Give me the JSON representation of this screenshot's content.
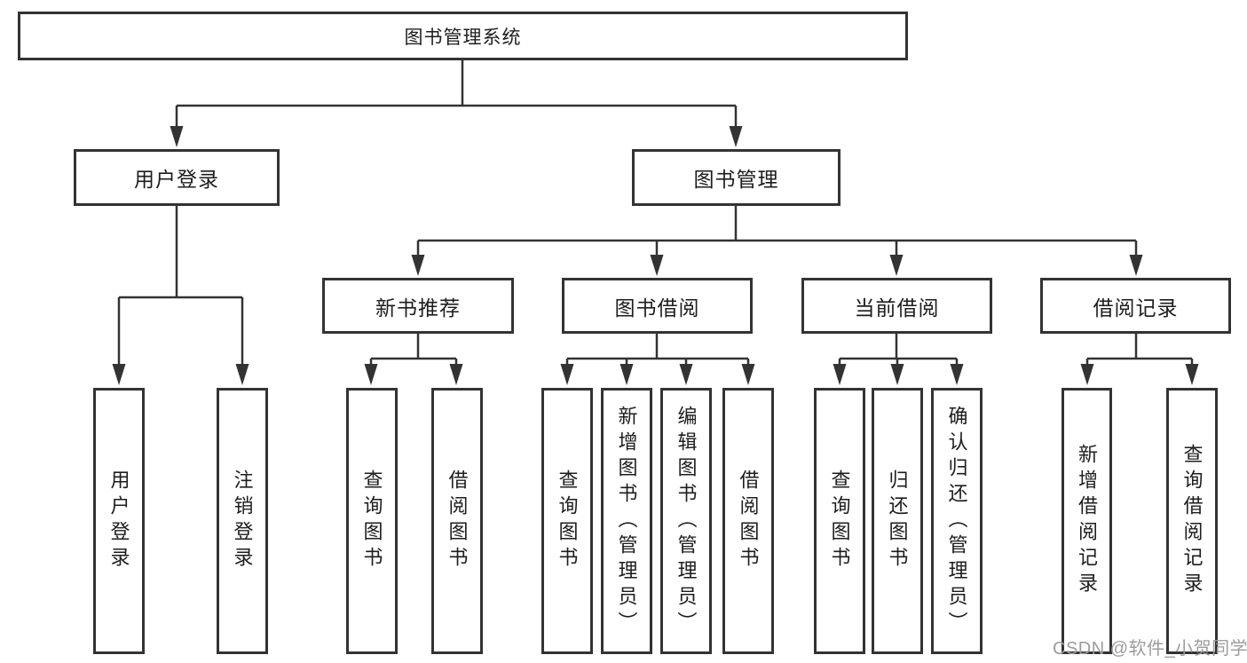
{
  "diagram": {
    "root": "图书管理系统",
    "level2": {
      "user_login": "用户登录",
      "book_mgmt": "图书管理"
    },
    "level3": {
      "new_book_rec": "新书推荐",
      "book_borrow": "图书借阅",
      "current_borrow": "当前借阅",
      "borrow_records": "借阅记录"
    },
    "leaves": {
      "user_login": "用户登录",
      "logout": "注销登录",
      "rec_query_books": "查询图书",
      "rec_borrow_books": "借阅图书",
      "bb_query_books": "查询图书",
      "bb_add_books": "新增图书（管理员）",
      "bb_edit_books": "编辑图书（管理员）",
      "bb_borrow_books": "借阅图书",
      "cur_query_books": "查询图书",
      "cur_return_books": "归还图书",
      "cur_confirm_return": "确认归还（管理员）",
      "rec2_add_record": "新增借阅记录",
      "rec2_query_record": "查询借阅记录"
    },
    "colors": {
      "line": "#333333",
      "text": "#1d1d1d",
      "box_background": "#ffffff"
    }
  },
  "watermark": {
    "text": "CSDN @软件_小贺同学",
    "color": "#9c9c9c"
  }
}
